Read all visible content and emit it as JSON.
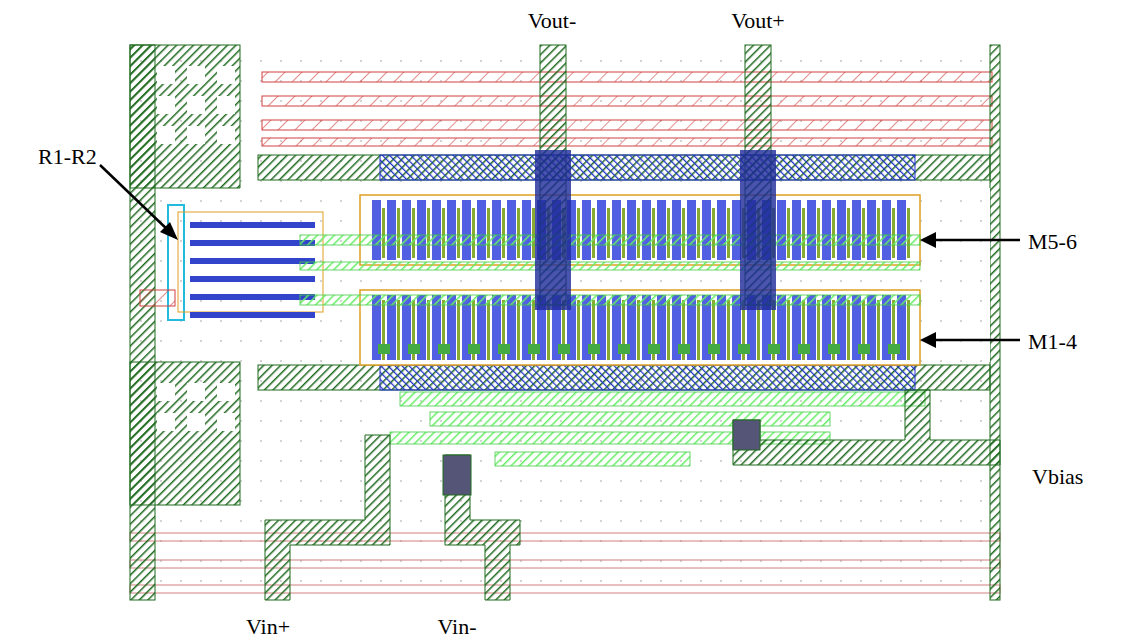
{
  "diagram": {
    "labels": [
      "Vout-",
      "Vout+",
      "R1-R2",
      "M5-6",
      "M1-4",
      "Vin+",
      "Vin-",
      "Vbias"
    ]
  }
}
